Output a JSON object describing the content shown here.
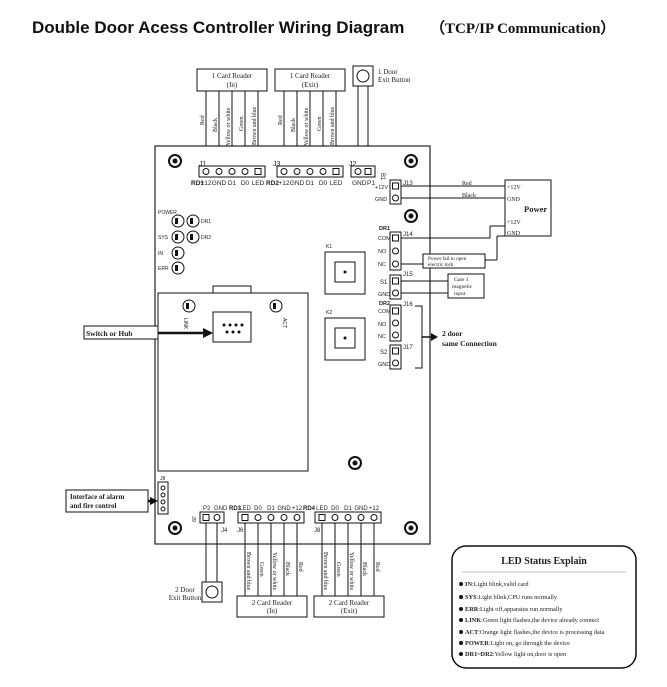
{
  "title": "Double Door Acess Controller Wiring Diagram",
  "title_suffix": "（TCP/IP Communication）",
  "top": {
    "reader_in": {
      "line1": "1 Card Reader",
      "line2": "(In)"
    },
    "reader_exit": {
      "line1": "1 Card Reader",
      "line2": "(Exit)"
    },
    "exit_button": {
      "line1": "1 Door",
      "line2": "Exit Button"
    },
    "wire_colors": [
      "Red",
      "Black",
      "Yellow or white",
      "Green",
      "Brown and blue"
    ],
    "j1": "J1",
    "j3": "J3",
    "j2": "J2",
    "rd1_label": "RD1",
    "rd1_pins": [
      "+12",
      "GND",
      "D1",
      "D0",
      "LED"
    ],
    "rd2_label": "RD2",
    "rd2_pins": [
      "+12",
      "GND",
      "D1",
      "D0",
      "LED"
    ],
    "gnd": "GND",
    "p1": "P1",
    "b1": "B1"
  },
  "left_leds": {
    "power": "POWER",
    "dr1": "DR1",
    "sys": "SYS",
    "dr2": "DR2",
    "in": "IN",
    "err": "ERR",
    "link": "LINK",
    "act": "ACT"
  },
  "switch_hub": "Switch or Hub",
  "alarm": {
    "line1": "Interface of alarm",
    "line2": "and fire control",
    "j8": "J8"
  },
  "right": {
    "j13": "J13",
    "plus12v": "+12V",
    "gnd": "GND",
    "red": "Red",
    "black": "Black",
    "psu_plus": "+12V",
    "psu_gnd": "GND",
    "power": "Power",
    "psu_plus2": "+12V",
    "psu_gnd2": "GND",
    "dr1": "DR1",
    "j14": "J14",
    "com": "COM",
    "no": "NO",
    "nc": "NC",
    "lock_line1": "Power fail to open",
    "lock_line2": "electric lock",
    "j15": "J15",
    "s1": "S1",
    "gate_line1": "Gate 1",
    "gate_line2": "magnetic",
    "gate_line3": "input",
    "dr2": "DR2",
    "j16": "J16",
    "com2": "COM",
    "no2": "NO",
    "nc2": "NC",
    "j17": "J17",
    "s2": "S2",
    "gnd2": "GND",
    "door2_line1": "2 door",
    "door2_line2": "same Connection",
    "k1": "K1",
    "k2": "K2"
  },
  "bottom": {
    "j9": "J9",
    "j4": "J4",
    "j6": "J6",
    "j8": "J8",
    "p2": "P2",
    "gnd": "GND",
    "rd3_label": "RD3",
    "rd3_pins": [
      "LED",
      "D0",
      "D1",
      "GND",
      "+12"
    ],
    "rd4_label": "RD4",
    "rd4_pins": [
      "LED",
      "D0",
      "D1",
      "GND",
      "+12"
    ],
    "wire_colors": [
      "Brown and blue",
      "Green",
      "Yellow or white",
      "Black",
      "Red"
    ],
    "exit_button": {
      "line1": "2 Door",
      "line2": "Exit Button"
    },
    "reader_in": {
      "line1": "2 Card Reader",
      "line2": "(In)"
    },
    "reader_exit": {
      "line1": "2 Card Reader",
      "line2": "(Exit)"
    }
  },
  "led_status": {
    "title": "LED Status Explain",
    "items": [
      {
        "key": "IN",
        "text": ":Light blink,valid card"
      },
      {
        "key": "SYS",
        "text": ":Light blink,CPU runs normally"
      },
      {
        "key": "ERR",
        "text": ":Light off,apparatus run normally"
      },
      {
        "key": "LINK",
        "text": ":Green light flashes,the device already connect"
      },
      {
        "key": "ACT",
        "text": ":Orange light flashes,the device is processing data"
      },
      {
        "key": "POWER",
        "text": ":Light on, go through the device"
      },
      {
        "key": "DR1~DR2",
        "text": ":Yellow light on,door is open"
      }
    ]
  }
}
